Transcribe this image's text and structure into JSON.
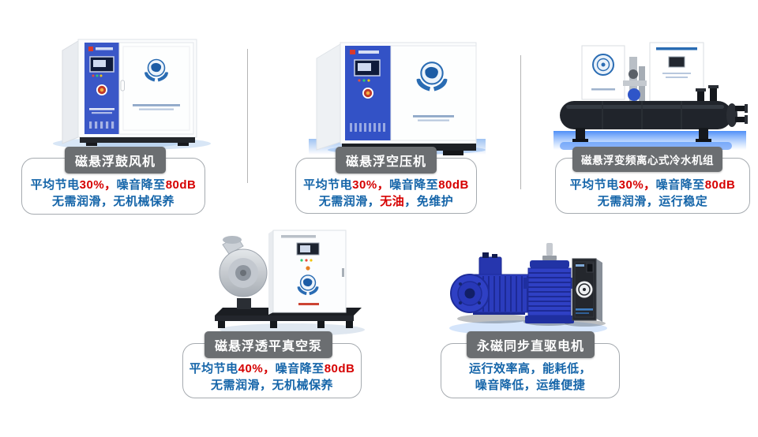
{
  "colors": {
    "accent_blue": "#1565a9",
    "accent_red": "#d60000",
    "title_bg": "#6b6e71",
    "title_text": "#ffffff",
    "card_border": "#a6abb0",
    "divider": "#b5b5b5",
    "background": "#ffffff",
    "machine_blue": "#3a57c7",
    "motor_blue": "#2b3cbd",
    "chiller_dark": "#20242b",
    "logo_blue": "#2a6cb3",
    "reflection_blue": "#3b82f6"
  },
  "products": [
    {
      "id": "maglev-blower",
      "title": "磁悬浮鼓风机",
      "image_icon": "blower-cabinet-illustration",
      "lines": [
        [
          {
            "text": "平均节电",
            "color": "blue"
          },
          {
            "text": "30%，",
            "color": "red"
          },
          {
            "text": "噪音降至",
            "color": "blue"
          },
          {
            "text": "80dB",
            "color": "red"
          }
        ],
        [
          {
            "text": "无需润滑，无机械保养",
            "color": "blue"
          }
        ]
      ]
    },
    {
      "id": "maglev-compressor",
      "title": "磁悬浮空压机",
      "image_icon": "compressor-cabinet-illustration",
      "lines": [
        [
          {
            "text": "平均节电",
            "color": "blue"
          },
          {
            "text": "30%，",
            "color": "red"
          },
          {
            "text": "噪音降至",
            "color": "blue"
          },
          {
            "text": "80dB",
            "color": "red"
          }
        ],
        [
          {
            "text": "无需润滑，",
            "color": "blue"
          },
          {
            "text": "无油",
            "color": "red"
          },
          {
            "text": "，免维护",
            "color": "blue"
          }
        ]
      ]
    },
    {
      "id": "maglev-chiller",
      "title": "磁悬浮变频离心式冷水机组",
      "image_icon": "chiller-unit-illustration",
      "lines": [
        [
          {
            "text": "平均节电",
            "color": "blue"
          },
          {
            "text": "30%，",
            "color": "red"
          },
          {
            "text": "噪音降至",
            "color": "blue"
          },
          {
            "text": "80dB",
            "color": "red"
          }
        ],
        [
          {
            "text": "无需润滑，运行稳定",
            "color": "blue"
          }
        ]
      ]
    },
    {
      "id": "maglev-vacuum-pump",
      "title": "磁悬浮透平真空泵",
      "image_icon": "vacuum-pump-illustration",
      "lines": [
        [
          {
            "text": "平均节电",
            "color": "blue"
          },
          {
            "text": "40%，",
            "color": "red"
          },
          {
            "text": "噪音降至",
            "color": "blue"
          },
          {
            "text": "80dB",
            "color": "red"
          }
        ],
        [
          {
            "text": "无需润滑，无机械保养",
            "color": "blue"
          }
        ]
      ]
    },
    {
      "id": "pm-direct-drive-motor",
      "title": "永磁同步直驱电机",
      "image_icon": "electric-motors-illustration",
      "lines": [
        [
          {
            "text": "运行效率高，能耗低，",
            "color": "blue"
          }
        ],
        [
          {
            "text": "噪音降低，运维便捷",
            "color": "blue"
          }
        ]
      ]
    }
  ]
}
